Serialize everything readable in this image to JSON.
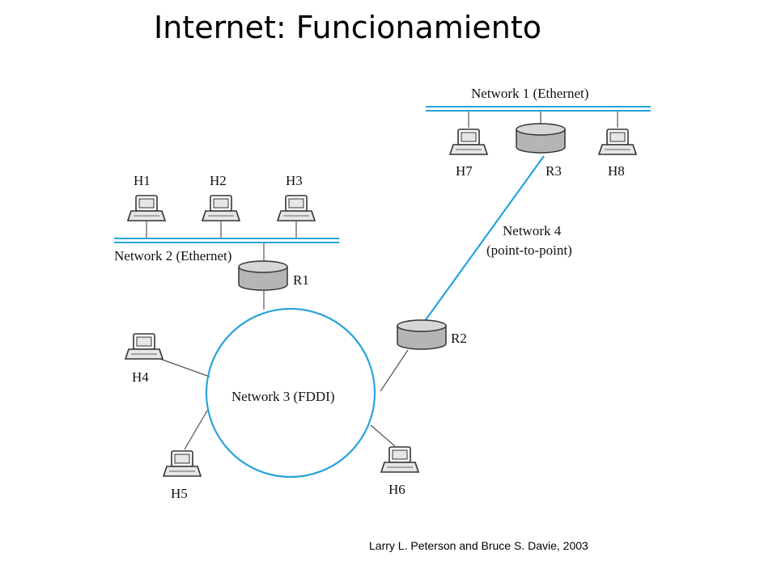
{
  "page": {
    "title": "Internet: Funcionamiento",
    "credit": "Larry L. Peterson and Bruce S. Davie, 2003"
  },
  "colors": {
    "network": "#29a3da",
    "wire": "#555555",
    "router_fill": "#b5b5b5",
    "host_fill": "#e6e6e6"
  },
  "diagram": {
    "networks": [
      {
        "id": "net1",
        "label": "Network 1 (Ethernet)"
      },
      {
        "id": "net2",
        "label": "Network 2 (Ethernet)"
      },
      {
        "id": "net3",
        "label": "Network 3 (FDDI)"
      },
      {
        "id": "net4",
        "label_line1": "Network 4",
        "label_line2": "(point-to-point)"
      }
    ],
    "hosts": [
      {
        "id": "H1",
        "label": "H1"
      },
      {
        "id": "H2",
        "label": "H2"
      },
      {
        "id": "H3",
        "label": "H3"
      },
      {
        "id": "H4",
        "label": "H4"
      },
      {
        "id": "H5",
        "label": "H5"
      },
      {
        "id": "H6",
        "label": "H6"
      },
      {
        "id": "H7",
        "label": "H7"
      },
      {
        "id": "H8",
        "label": "H8"
      }
    ],
    "routers": [
      {
        "id": "R1",
        "label": "R1"
      },
      {
        "id": "R2",
        "label": "R2"
      },
      {
        "id": "R3",
        "label": "R3"
      }
    ]
  }
}
